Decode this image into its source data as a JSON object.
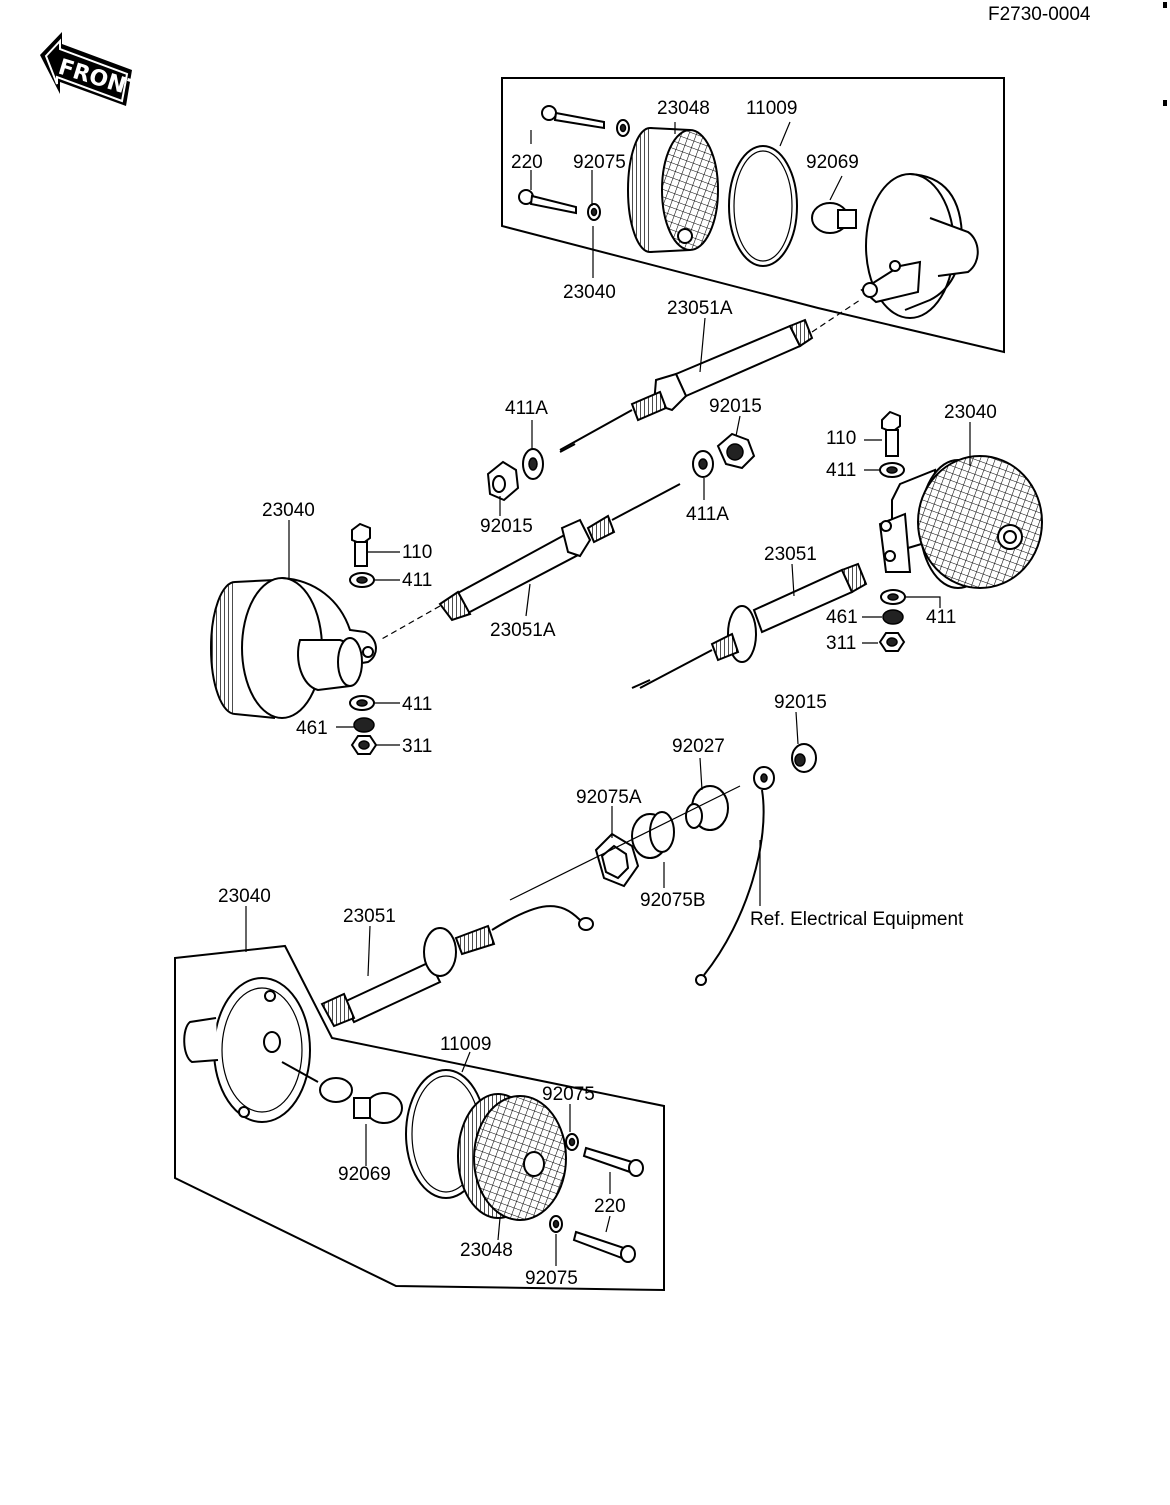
{
  "doc_code": "F2730-0004",
  "front_label": "FRONT",
  "ref_note": "Ref. Electrical Equipment",
  "labels": {
    "l_220_top": "220",
    "l_23048_top": "23048",
    "l_11009_top": "11009",
    "l_92075_top": "92075",
    "l_92069_top": "92069",
    "l_23040_topbox": "23040",
    "l_23051A_top": "23051A",
    "l_411A_left": "411A",
    "l_92015_upper": "92015",
    "l_92015_left": "92015",
    "l_411A_right": "411A",
    "l_110_right": "110",
    "l_23040_right": "23040",
    "l_411_right_top": "411",
    "l_23040_left": "23040",
    "l_110_left": "110",
    "l_411_left_top": "411",
    "l_23051A_mid": "23051A",
    "l_23051_right": "23051",
    "l_461_right": "461",
    "l_411_right_bot": "411",
    "l_311_right": "311",
    "l_411_left_bot": "411",
    "l_461_left": "461",
    "l_311_left": "311",
    "l_92015_lower": "92015",
    "l_92027": "92027",
    "l_92075A": "92075A",
    "l_92075B": "92075B",
    "l_23040_bottom": "23040",
    "l_23051_bottom": "23051",
    "l_11009_bottom": "11009",
    "l_92075_bot_top": "92075",
    "l_92069_bottom": "92069",
    "l_220_bottom": "220",
    "l_23048_bottom": "23048",
    "l_92075_bot_bot": "92075"
  }
}
